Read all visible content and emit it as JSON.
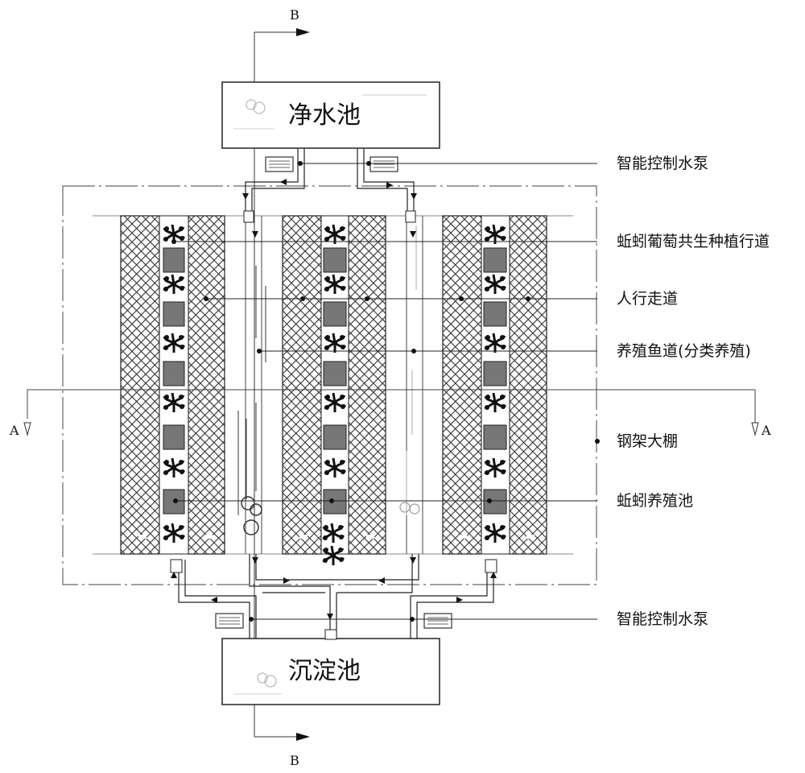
{
  "labels": {
    "pump_top": "智能控制水泵",
    "vineyard_row": "蚯蚓葡萄共生种植行道",
    "walkway": "人行走道",
    "fish_channel": "养殖鱼道(分类养殖)",
    "greenhouse": "钢架大棚",
    "worm_pond": "蚯蚓养殖池",
    "pump_bottom": "智能控制水泵"
  },
  "tanks": {
    "clean": "净水池",
    "sediment": "沉淀池"
  },
  "sections": {
    "a_left": "A",
    "a_right": "A",
    "b_top": "B",
    "b_bottom": "B"
  }
}
